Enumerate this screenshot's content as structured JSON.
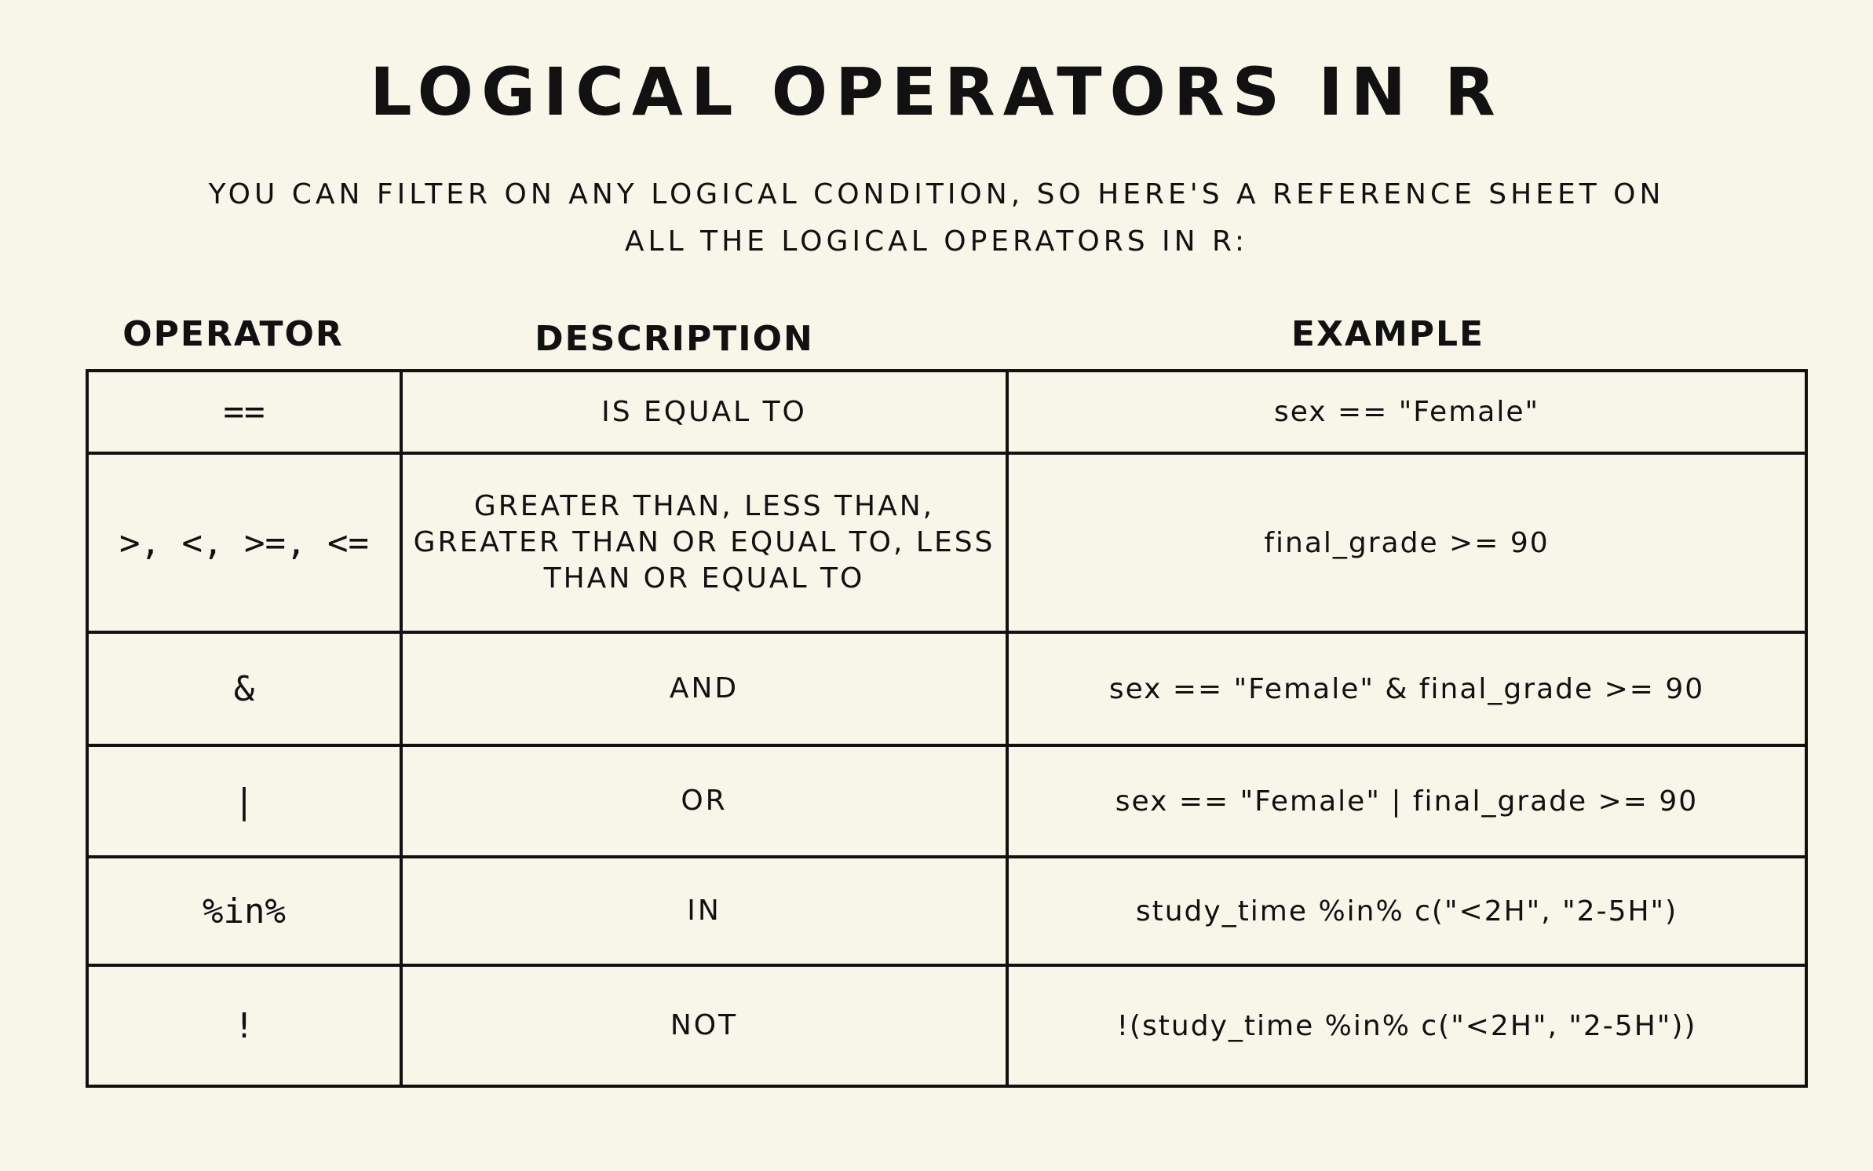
{
  "title": "LOGICAL OPERATORS IN R",
  "subtitle": {
    "line1": "YOU CAN FILTER ON ANY LOGICAL CONDITION, SO HERE'S A REFERENCE SHEET ON",
    "line2": "ALL THE LOGICAL OPERATORS IN R:"
  },
  "table": {
    "headers": {
      "operator": "OPERATOR",
      "description": "DESCRIPTION",
      "example": "EXAMPLE"
    },
    "rows": [
      {
        "operator": "==",
        "description": "IS EQUAL TO",
        "example": "sex == \"Female\""
      },
      {
        "operator": ">, <, >=, <=",
        "description": "GREATER THAN, LESS THAN, GREATER THAN OR EQUAL TO, LESS THAN OR EQUAL TO",
        "example": "final_grade >= 90"
      },
      {
        "operator": "&",
        "description": "AND",
        "example": "sex == \"Female\" & final_grade >= 90"
      },
      {
        "operator": "|",
        "description": "OR",
        "example": "sex == \"Female\" | final_grade >= 90"
      },
      {
        "operator": "%in%",
        "description": "IN",
        "example": "study_time %in% c(\"<2H\", \"2-5H\")"
      },
      {
        "operator": "!",
        "description": "NOT",
        "example": "!(study_time %in% c(\"<2H\", \"2-5H\"))"
      }
    ]
  }
}
